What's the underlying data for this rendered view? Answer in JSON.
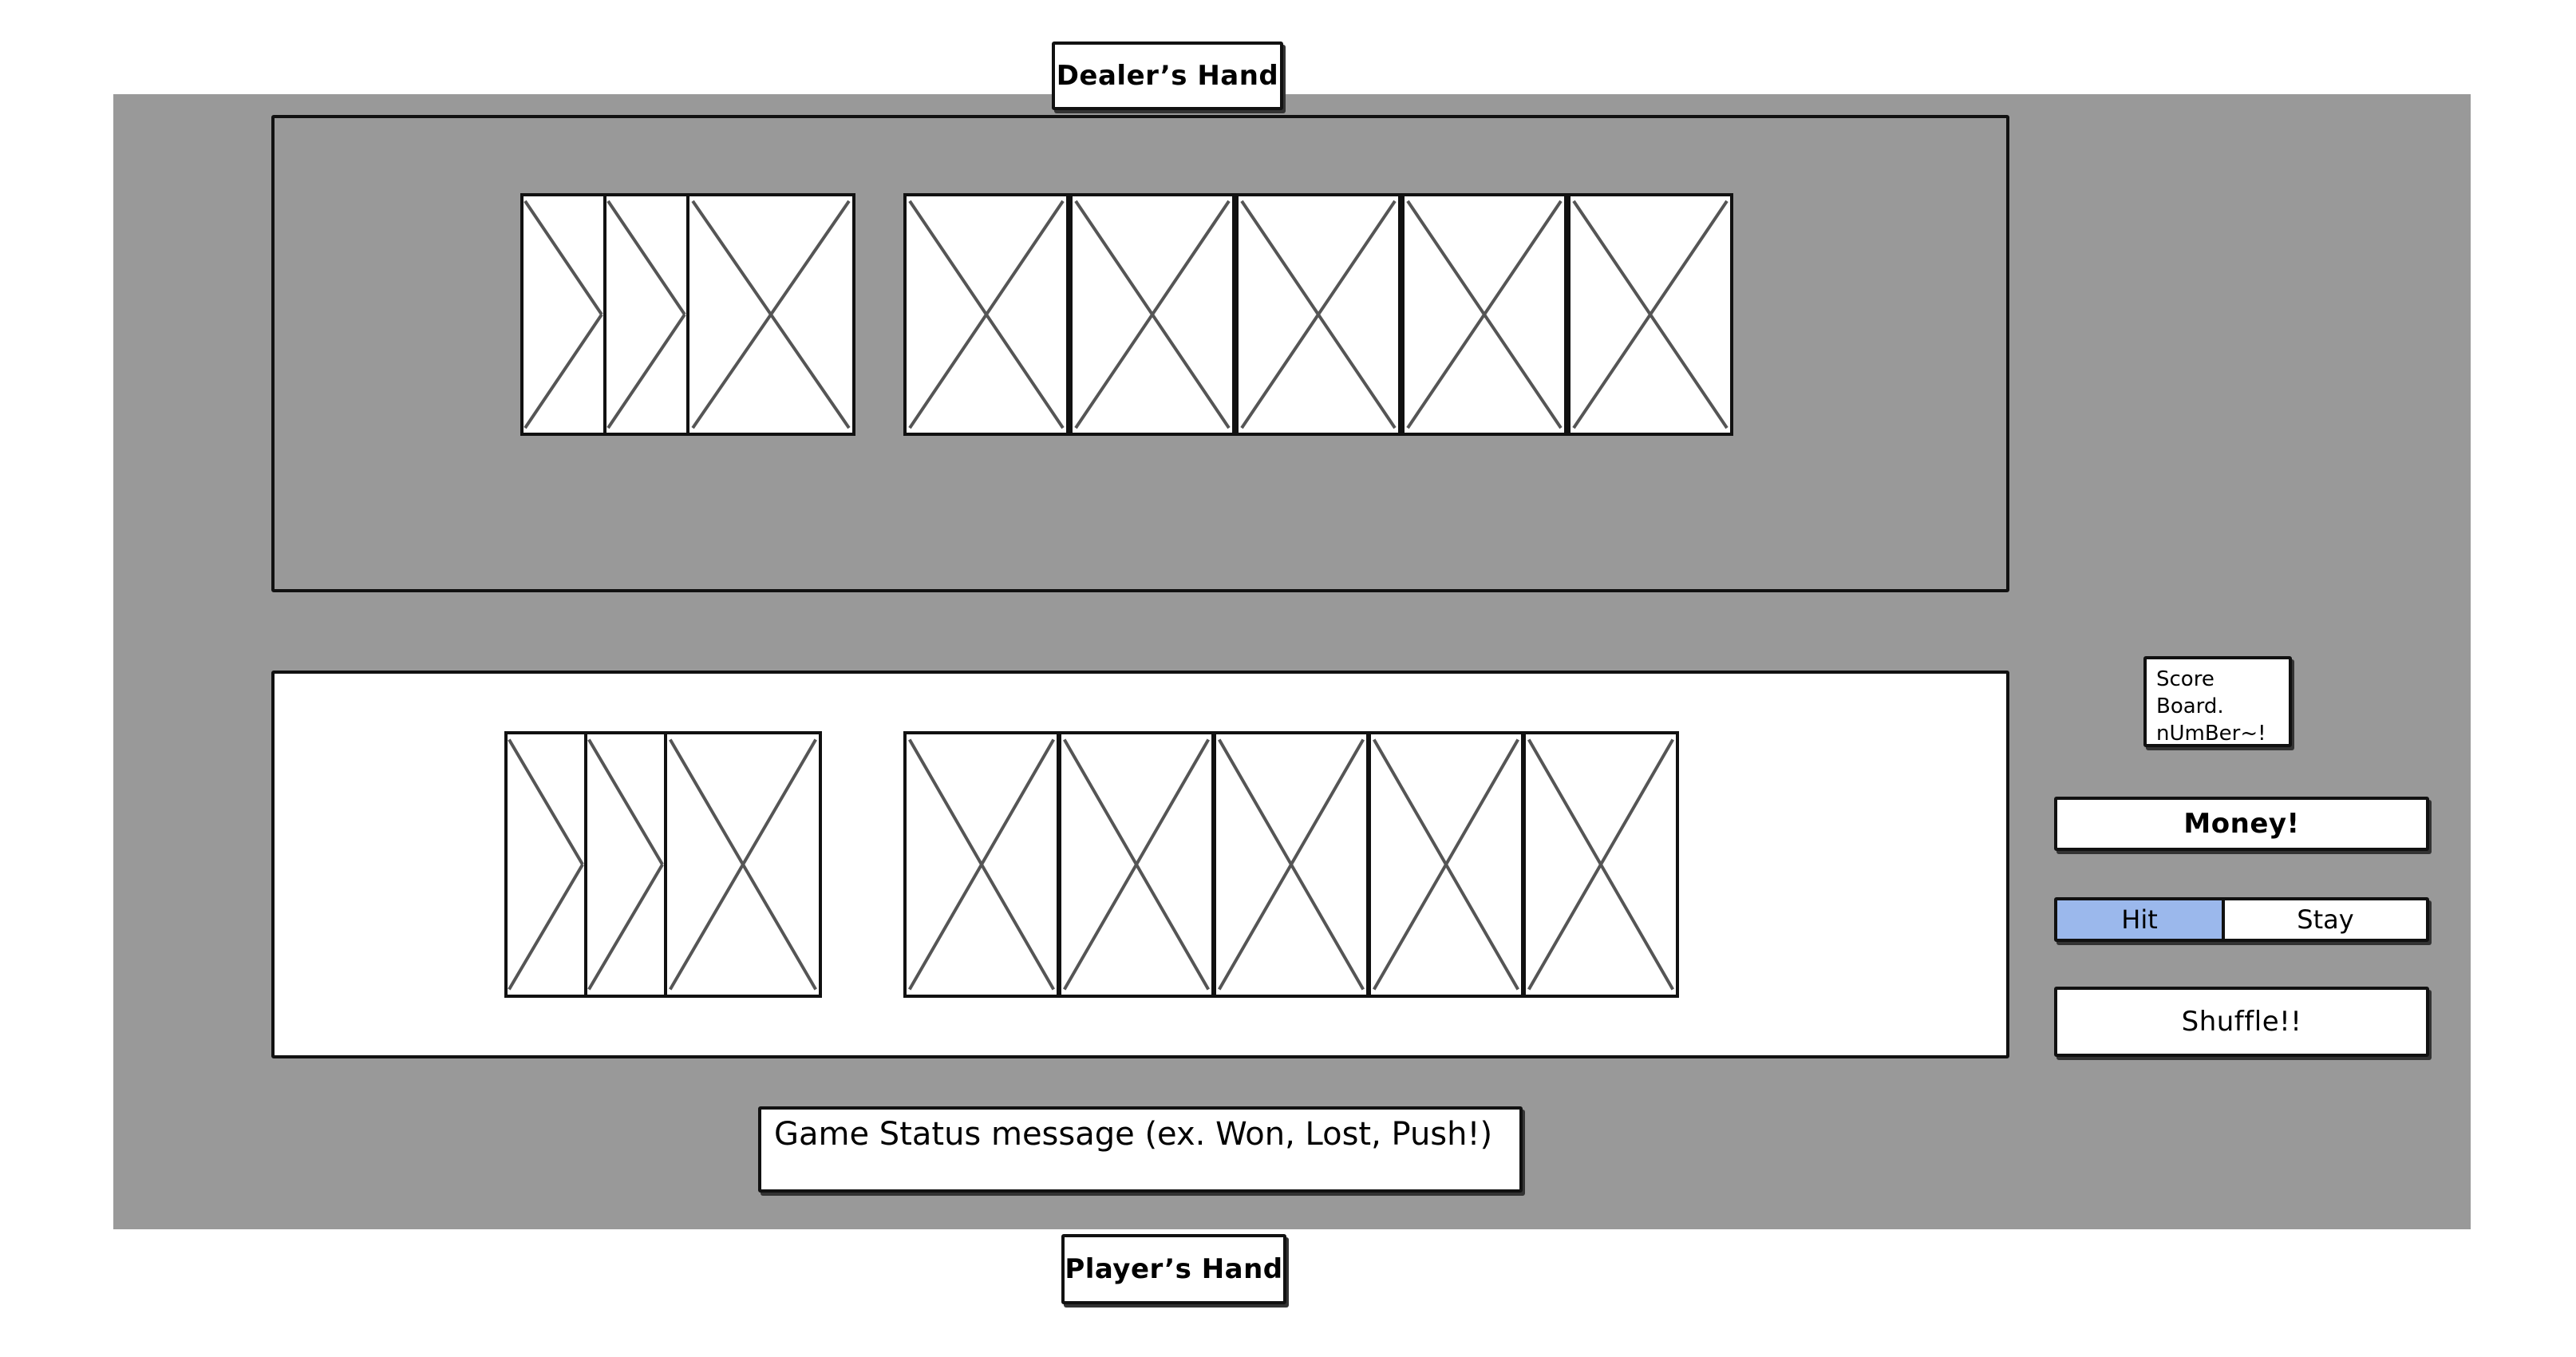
{
  "labels": {
    "dealer_hand": "Dealer’s Hand",
    "player_hand": "Player’s Hand"
  },
  "score_board": {
    "line1": "Score Board.",
    "line2": "nUmBer~!"
  },
  "money_label": "Money!",
  "controls": {
    "hit_label": "Hit",
    "stay_label": "Stay",
    "shuffle_label": "Shuffle!!"
  },
  "status_message": "Game Status message (ex. Won, Lost, Push!)",
  "colors": {
    "table_background": "#999999",
    "hit_button_active": "#9bb8ec",
    "player_area": "#ffffff"
  },
  "icons": {
    "card_placeholder": "image-placeholder-x",
    "stacked_card_edge": "chevron-right"
  }
}
